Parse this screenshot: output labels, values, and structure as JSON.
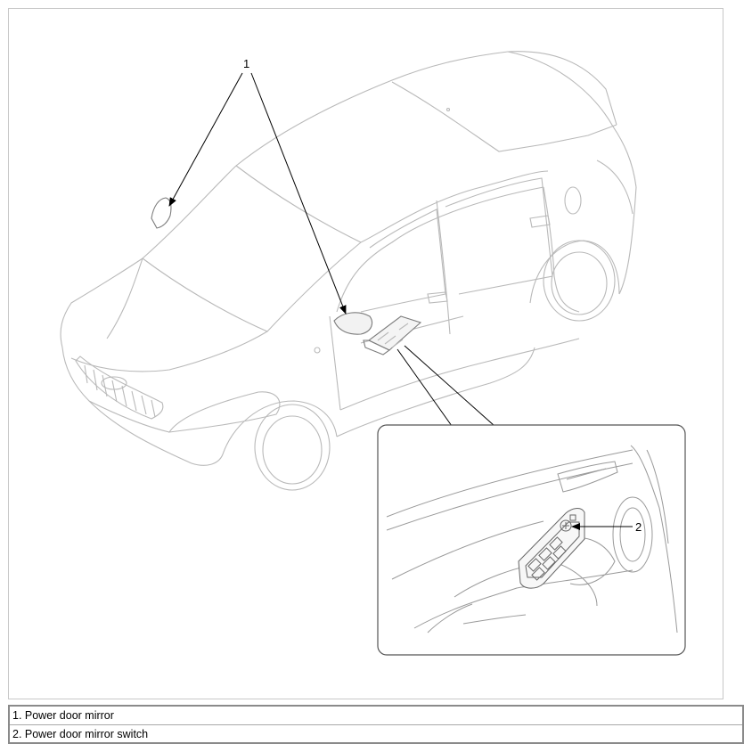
{
  "diagram": {
    "callouts": [
      {
        "number": "1"
      },
      {
        "number": "2"
      }
    ],
    "line_color": "#b9b9b9",
    "leader_color": "#000000"
  },
  "legend": {
    "items": [
      {
        "text": "1. Power door mirror"
      },
      {
        "text": "2. Power door mirror switch"
      }
    ]
  }
}
